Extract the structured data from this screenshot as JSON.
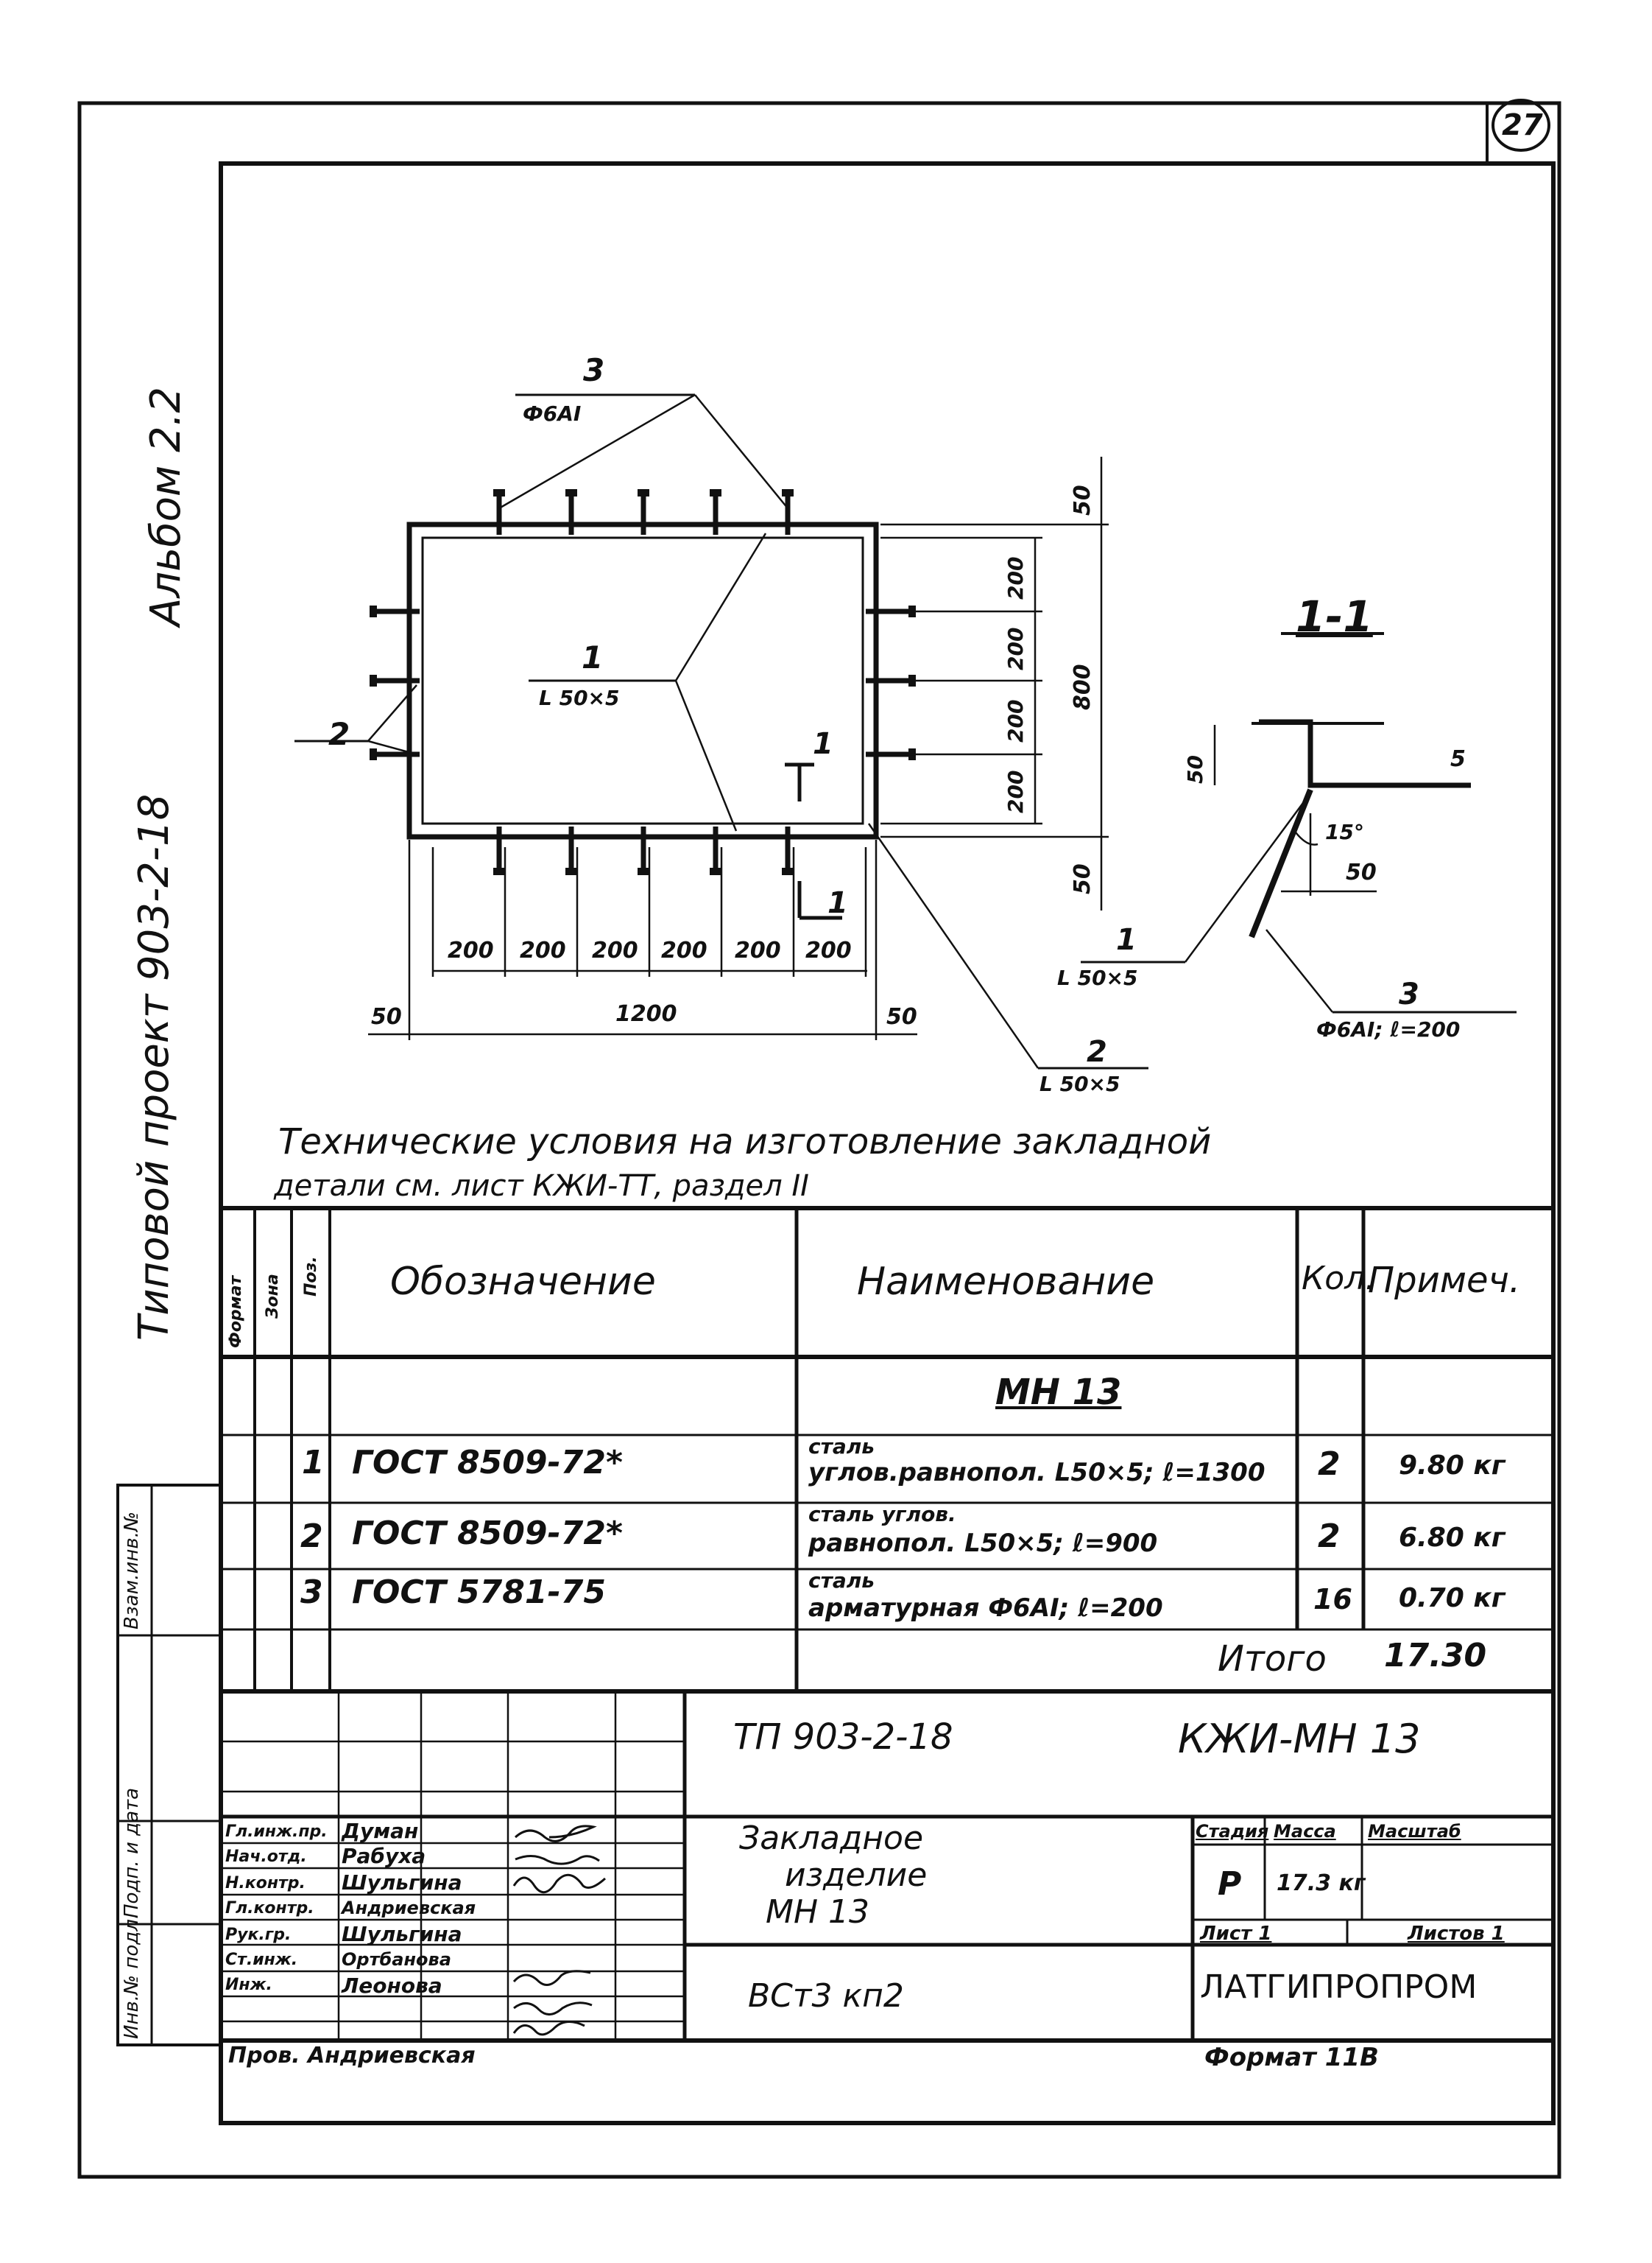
{
  "page_number": "27",
  "side_labels": {
    "album": "Альбом 2.2",
    "project": "Типовой проект 903-2-18"
  },
  "left_stamp": {
    "inv_podl": "Инв.№ подл.",
    "podp_data": "Подп. и дата",
    "vzam_inv": "Взам.инв.№"
  },
  "drawing": {
    "section_title": "1-1",
    "pos3_label": "3",
    "pos3_sub": "Ф6АI",
    "pos1_label": "1",
    "pos1_sub": "L 50×5",
    "pos2_label": "2",
    "pos2_label_b": "2",
    "pos2_sub_b": "L 50×5",
    "cut_mark_top": "1",
    "cut_mark_bottom": "1",
    "dim_bottom": [
      "200",
      "200",
      "200",
      "200",
      "200",
      "200"
    ],
    "dim_overall_h": "1200",
    "dim_edge_left": "50",
    "dim_edge_right": "50",
    "dim_right": [
      "200",
      "200",
      "200",
      "200"
    ],
    "dim_overall_v": "800",
    "dim_top_right": "50",
    "dim_bottom_right": "50",
    "sec_dim_50": "50",
    "sec_dim_5": "5",
    "sec_angle": "15°",
    "sec_dim_50b": "50",
    "sec_pos1": "1",
    "sec_pos1_sub": "L 50×5",
    "sec_pos3": "3",
    "sec_pos3_sub": "Ф6АI; ℓ=200"
  },
  "note": {
    "line1": "Технические условия на изготовление закладной",
    "line2": "детали см. лист КЖИ-ТТ, раздел II"
  },
  "spec": {
    "headers": {
      "format": "Формат",
      "zone": "Зона",
      "pos": "Поз.",
      "designation": "Обозначение",
      "name": "Наименование",
      "qty": "Кол.",
      "note": "Примеч."
    },
    "group_title": "МН 13",
    "rows": [
      {
        "pos": "1",
        "designation": "ГОСТ 8509-72*",
        "name1": "сталь",
        "name2": "углов.равнопол. L50×5; ℓ=1300",
        "qty": "2",
        "note": "9.80 кг"
      },
      {
        "pos": "2",
        "designation": "ГОСТ 8509-72*",
        "name1": "сталь углов.",
        "name2": "равнопол.      L50×5; ℓ=900",
        "qty": "2",
        "note": "6.80 кг"
      },
      {
        "pos": "3",
        "designation": "ГОСТ 5781-75",
        "name1": "сталь",
        "name2": "арматурная Ф6АI; ℓ=200",
        "qty": "16",
        "note": "0.70 кг"
      }
    ],
    "total_label": "Итого",
    "total_value": "17.30"
  },
  "titleblock": {
    "code_left": "ТП 903-2-18",
    "code_right": "КЖИ-МН 13",
    "stage_h": "Стадия",
    "mass_h": "Масса",
    "scale_h": "Масштаб",
    "stage": "Р",
    "mass": "17.3 кг",
    "sheet": "Лист 1",
    "sheets": "Листов 1",
    "title1": "Закладное",
    "title2": "изделие",
    "title3": "МН 13",
    "material": "ВСт3 кп2",
    "org": "ЛАТГИПРОПРОМ",
    "roles": [
      {
        "role": "Гл.инж.пр.",
        "name": "Думан"
      },
      {
        "role": "Нач.отд.",
        "name": "Рабуха"
      },
      {
        "role": "Н.контр.",
        "name": "Шульгина"
      },
      {
        "role": "Гл.контр.",
        "name": "Андриевская"
      },
      {
        "role": "Рук.гр.",
        "name": "Шульгина"
      },
      {
        "role": "Ст.инж.",
        "name": "Ортбанова"
      },
      {
        "role": "Инж.",
        "name": "Леонова"
      }
    ],
    "checked_by": "Пров. Андриевская",
    "format": "Формат 11В"
  }
}
